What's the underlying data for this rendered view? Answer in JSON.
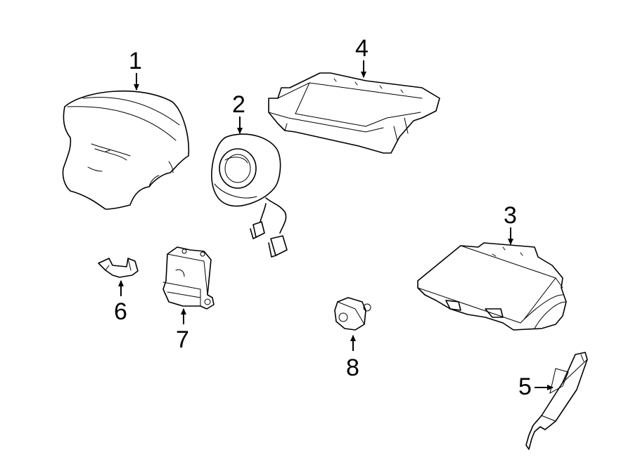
{
  "callouts": [
    {
      "id": "1",
      "label": "1",
      "part": "driver-airbag"
    },
    {
      "id": "2",
      "label": "2",
      "part": "clock-spring"
    },
    {
      "id": "3",
      "label": "3",
      "part": "passenger-airbag"
    },
    {
      "id": "4",
      "label": "4",
      "part": "airbag-module-bracket"
    },
    {
      "id": "5",
      "label": "5",
      "part": "side-airbag"
    },
    {
      "id": "6",
      "label": "6",
      "part": "mounting-bracket"
    },
    {
      "id": "7",
      "label": "7",
      "part": "control-module"
    },
    {
      "id": "8",
      "label": "8",
      "part": "impact-sensor"
    }
  ]
}
